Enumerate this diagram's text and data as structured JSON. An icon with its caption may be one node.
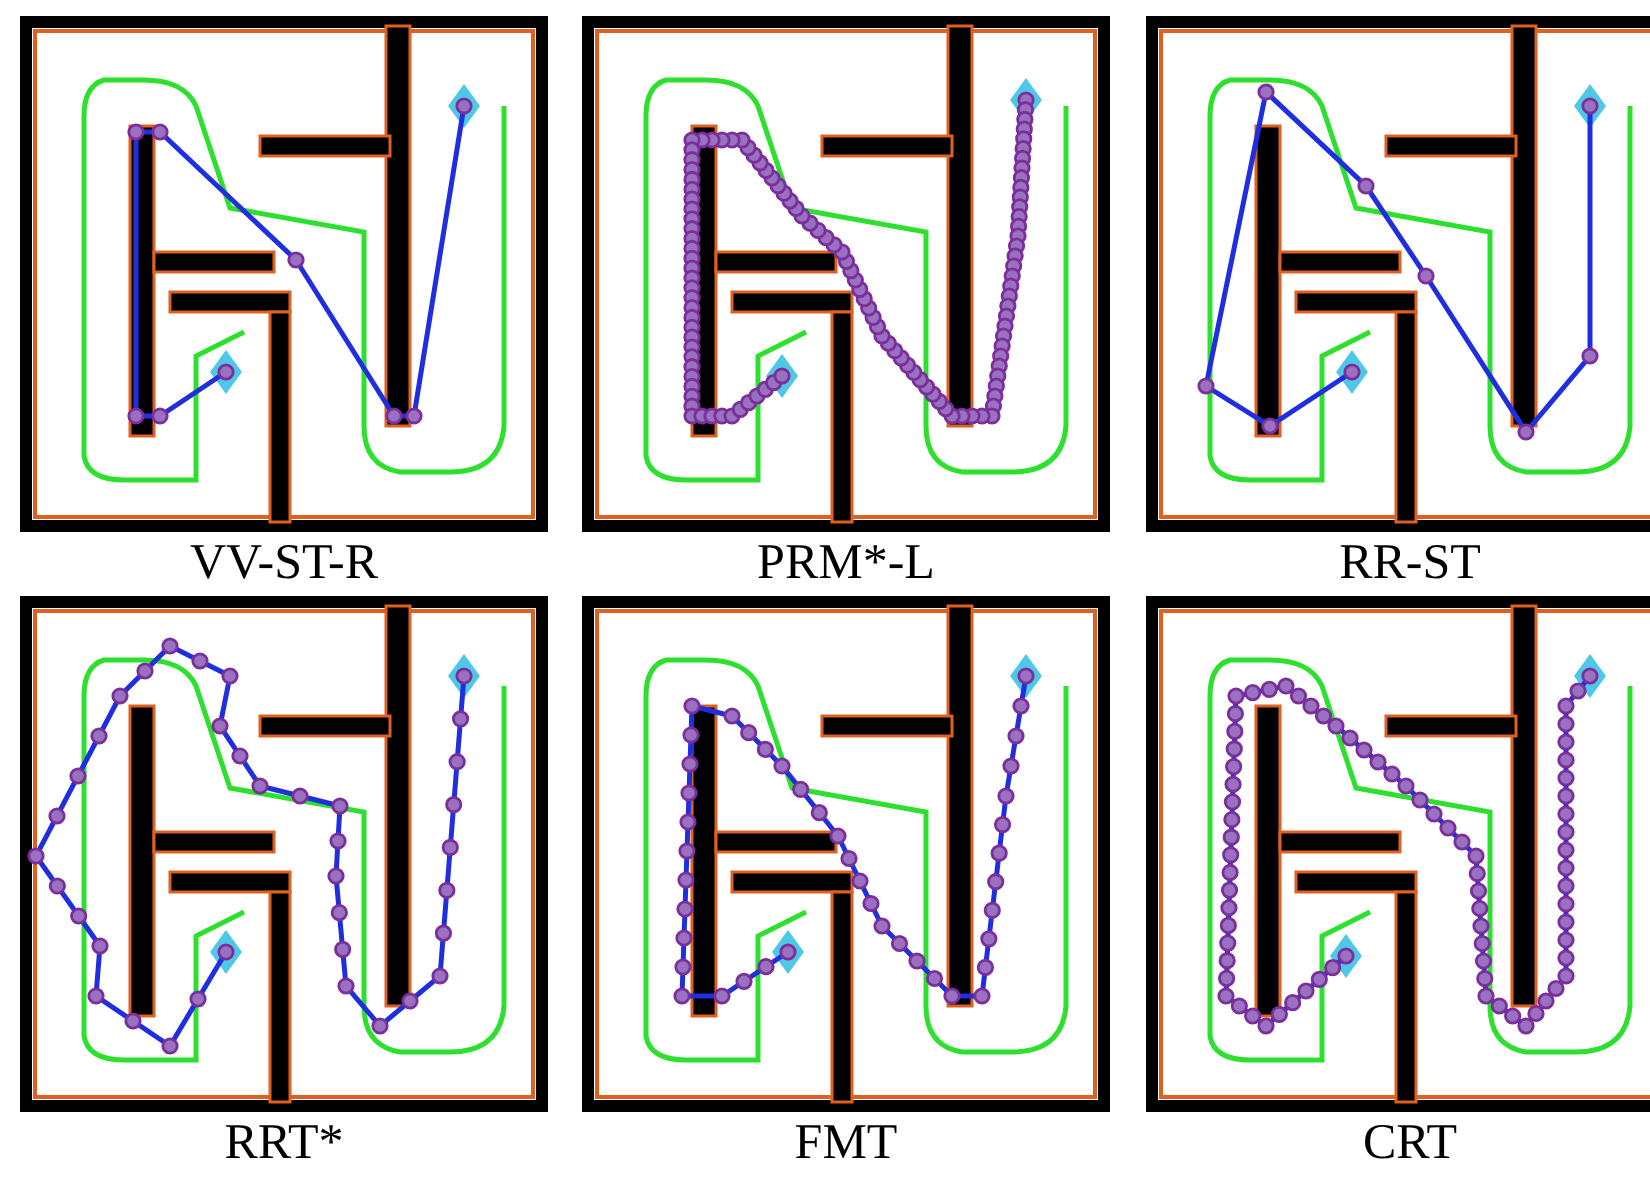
{
  "diagram": {
    "labels": [
      "VV-ST-R",
      "PRM*-L",
      "RR-ST",
      "RRT*",
      "FMT",
      "CRT"
    ]
  }
}
